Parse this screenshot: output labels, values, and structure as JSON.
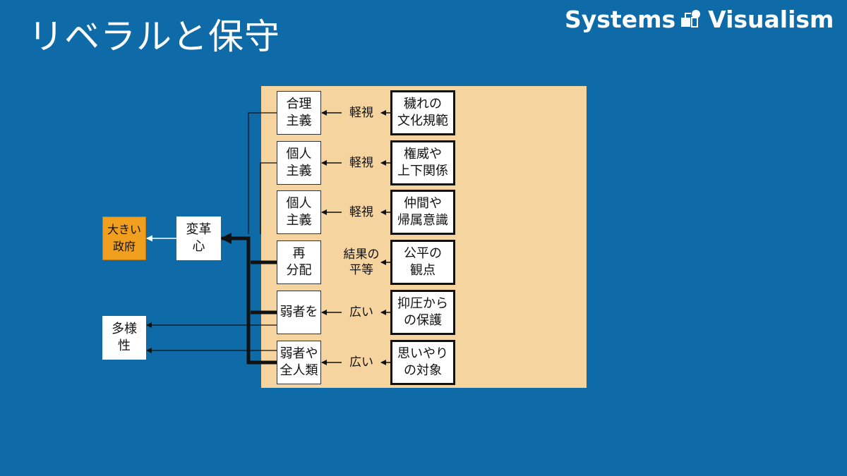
{
  "header": {
    "title": "リベラルと保守",
    "brand_left": "Systems",
    "brand_right": "Visualism",
    "brand_icon": "systems-visualism-logo-icon"
  },
  "rows": [
    {
      "left": "合理\n主義",
      "link": "軽視",
      "right": "穢れの\n文化規範"
    },
    {
      "left": "個人\n主義",
      "link": "軽視",
      "right": "権威や\n上下関係"
    },
    {
      "left": "個人\n主義",
      "link": "軽視",
      "right": "仲間や\n帰属意識"
    },
    {
      "left": "再\n分配",
      "link": "結果の\n平等",
      "right": "公平の\n観点"
    },
    {
      "left": "弱者を",
      "link": "広い",
      "right": "抑圧から\nの保護"
    },
    {
      "left": "弱者や\n全人類",
      "link": "広い",
      "right": "思いやり\nの対象"
    }
  ],
  "outcomes": {
    "big_government": "大きい\n政府",
    "reform": "変革\n心",
    "diversity": "多様\n性"
  },
  "colors": {
    "background": "#0f6aa8",
    "panel": "#f6d4a0",
    "highlight": "#f0a01e"
  }
}
